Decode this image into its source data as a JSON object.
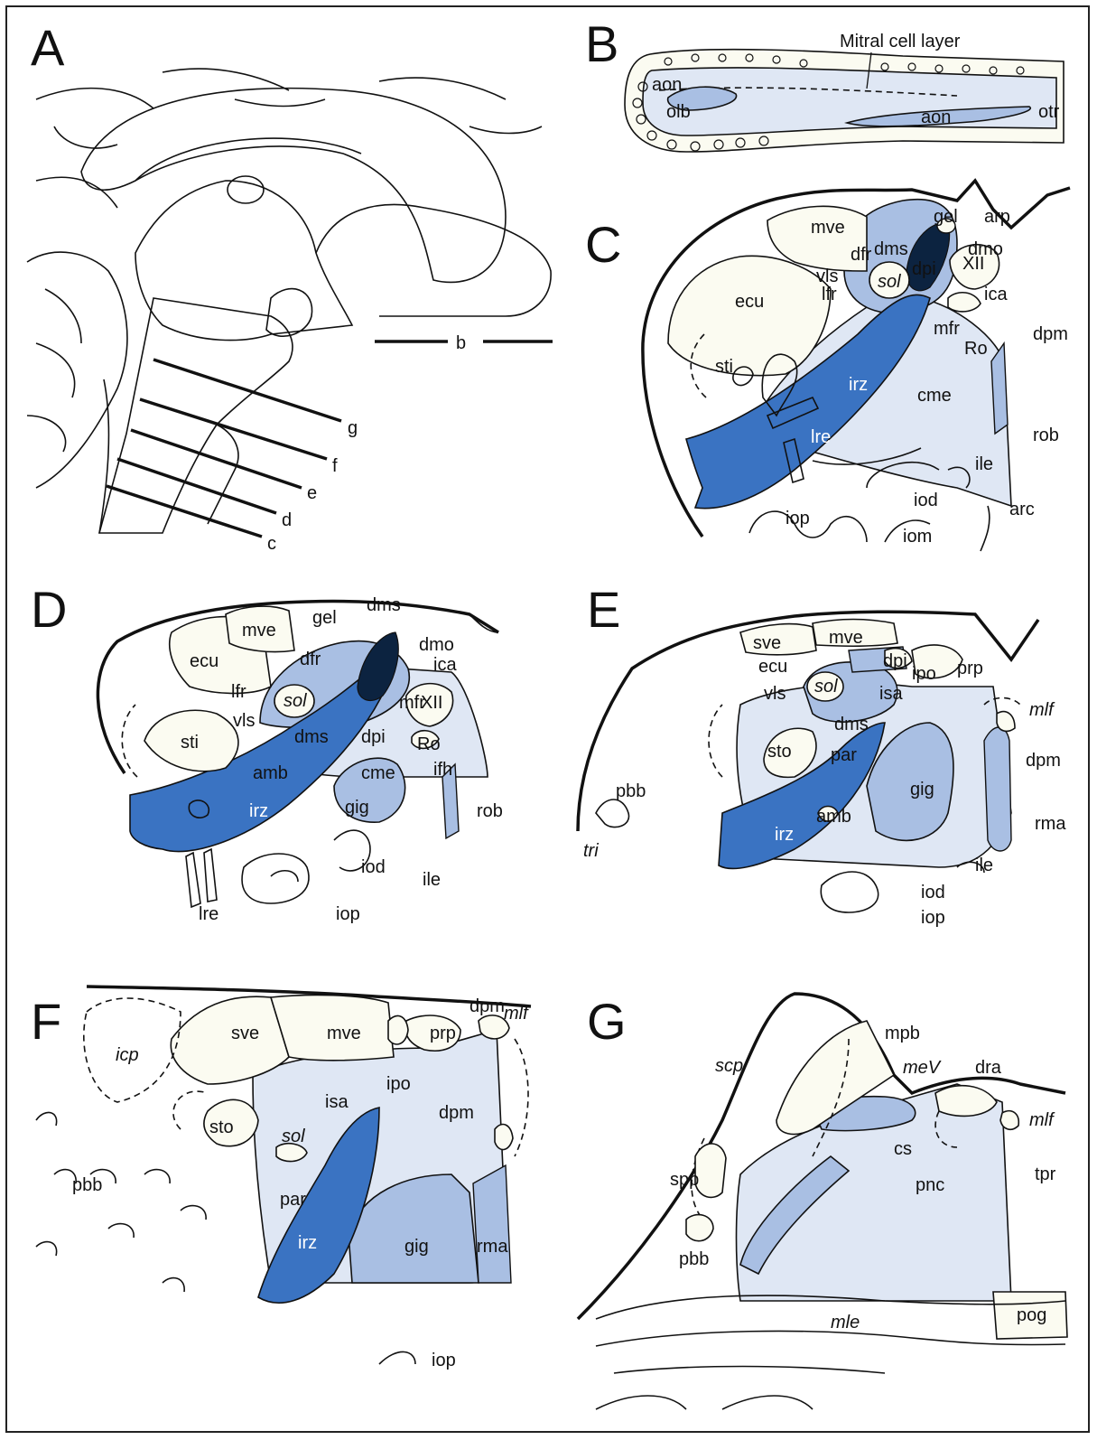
{
  "colors": {
    "background": "#ffffff",
    "tissue": "#fbfbf1",
    "pale_blue": "#dfe7f4",
    "mid_blue": "#a9bfe3",
    "strong_blue": "#3a73c2",
    "dark_navy": "#0c2340",
    "outline": "#111111"
  },
  "panels": {
    "A": {
      "letter": "A",
      "section_labels": [
        "b",
        "g",
        "f",
        "e",
        "d",
        "c"
      ]
    },
    "B": {
      "letter": "B",
      "labels": [
        "Mitral cell layer",
        "aon",
        "olb",
        "aon",
        "otr"
      ]
    },
    "C": {
      "letter": "C",
      "labels": [
        "gel",
        "arp",
        "mve",
        "dms",
        "dmo",
        "dfr",
        "vls",
        "dpi",
        "lfr",
        "sol",
        "ica",
        "ecu",
        "XII",
        "mfr",
        "dpm",
        "sti",
        "Ro",
        "irz",
        "cme",
        "rob",
        "lre",
        "ile",
        "iod",
        "arc",
        "iop",
        "iom"
      ]
    },
    "D": {
      "letter": "D",
      "labels": [
        "gel",
        "dms",
        "mve",
        "dmo",
        "ecu",
        "dfr",
        "ica",
        "lfr",
        "sol",
        "mfr",
        "XII",
        "vls",
        "dms",
        "dpi",
        "Ro",
        "sti",
        "amb",
        "cme",
        "ifh",
        "irz",
        "gig",
        "rob",
        "iod",
        "ile",
        "lre",
        "iop"
      ]
    },
    "E": {
      "letter": "E",
      "labels": [
        "sve",
        "mve",
        "ecu",
        "dpi",
        "ipo",
        "prp",
        "vls",
        "sol",
        "isa",
        "dms",
        "mlf",
        "sto",
        "par",
        "dpm",
        "pbb",
        "amb",
        "gig",
        "irz",
        "rma",
        "tri",
        "iod",
        "ile",
        "iop"
      ]
    },
    "F": {
      "letter": "F",
      "labels": [
        "dpm",
        "mlf",
        "sve",
        "mve",
        "icp",
        "prp",
        "ipo",
        "isa",
        "dpm",
        "sto",
        "sol",
        "pbb",
        "par",
        "irz",
        "gig",
        "rma",
        "iop"
      ]
    },
    "G": {
      "letter": "G",
      "labels": [
        "mpb",
        "scp",
        "meV",
        "dra",
        "mlf",
        "cs",
        "spp",
        "pnc",
        "tpr",
        "pbb",
        "mle",
        "pog"
      ]
    }
  }
}
